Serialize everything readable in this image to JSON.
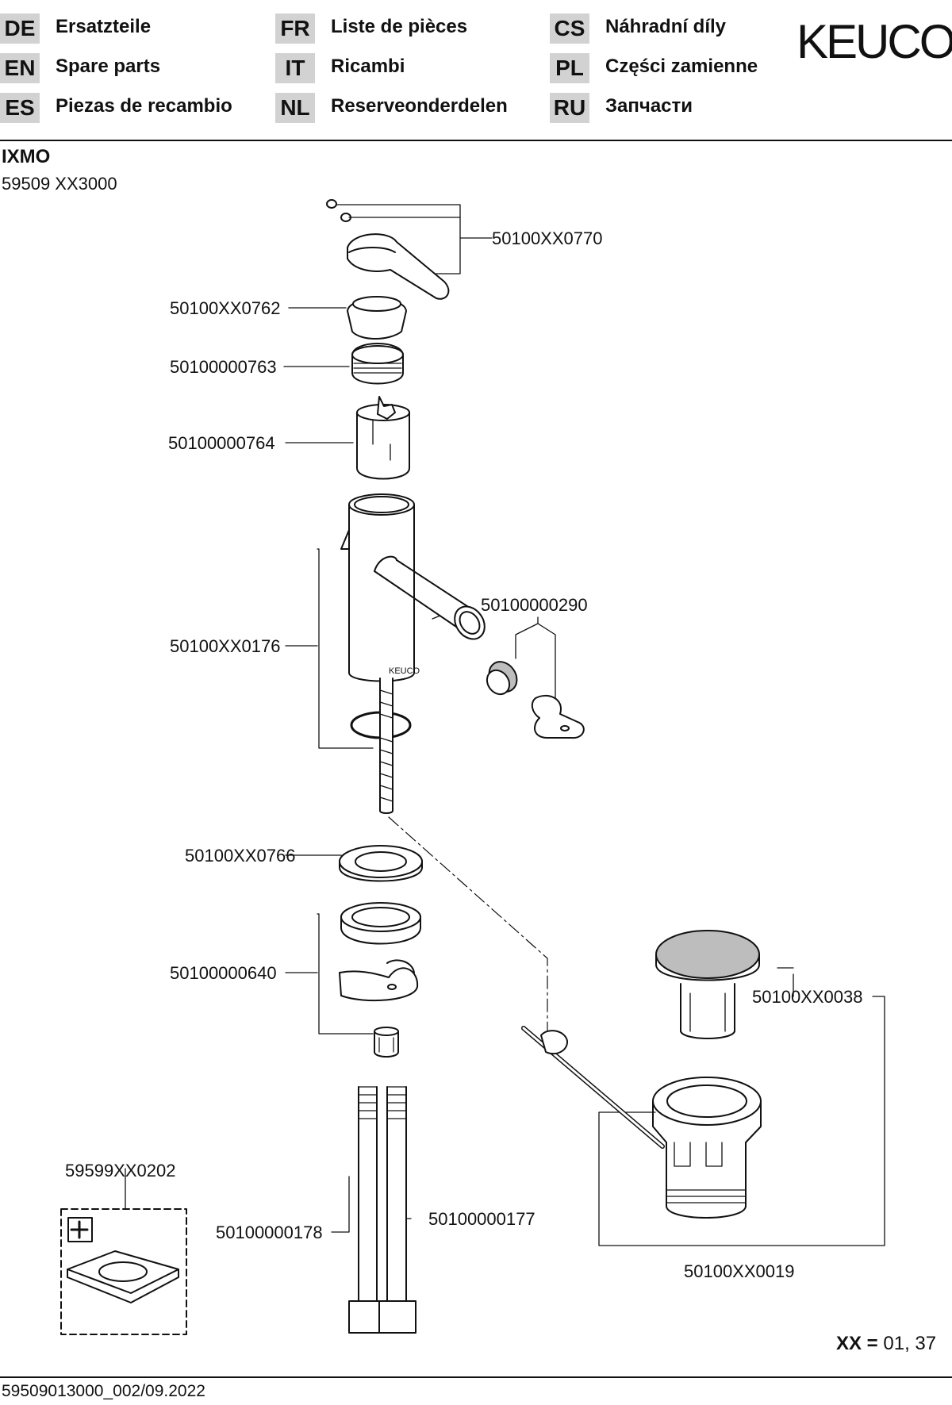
{
  "header": {
    "languages": [
      {
        "code": "DE",
        "label": "Ersatzteile"
      },
      {
        "code": "EN",
        "label": "Spare parts"
      },
      {
        "code": "ES",
        "label": "Piezas de recambio"
      },
      {
        "code": "FR",
        "label": "Liste de pièces"
      },
      {
        "code": "IT",
        "label": "Ricambi"
      },
      {
        "code": "NL",
        "label": "Reserveonderdelen"
      },
      {
        "code": "CS",
        "label": "Náhradní díly"
      },
      {
        "code": "PL",
        "label": "Części zamienne"
      },
      {
        "code": "RU",
        "label": "Запчасти"
      }
    ],
    "logo": "KEUCO"
  },
  "product": {
    "name": "IXMO",
    "article": "59509 XX3000"
  },
  "parts": {
    "handle": "50100XX0770",
    "cap": "50100XX0762",
    "nut": "50100000763",
    "cartridge": "50100000764",
    "body": "50100XX0176",
    "aerator": "50100000290",
    "washer": "50100XX0766",
    "mounting_set": "50100000640",
    "pop_up_plug": "50100XX0038",
    "waste": "50100XX0019",
    "rosette": "59599XX0202",
    "hose_left": "50100000178",
    "hose_right": "50100000177"
  },
  "body_mark": "KEUCO",
  "rosette_symbol": "+",
  "xx_note": {
    "key": "XX =",
    "value": "01, 37"
  },
  "footer": "59509013000_002/09.2022",
  "colors": {
    "code_bg": "#d2d2d2",
    "line": "#111111",
    "shade": "#bdbdbd"
  }
}
